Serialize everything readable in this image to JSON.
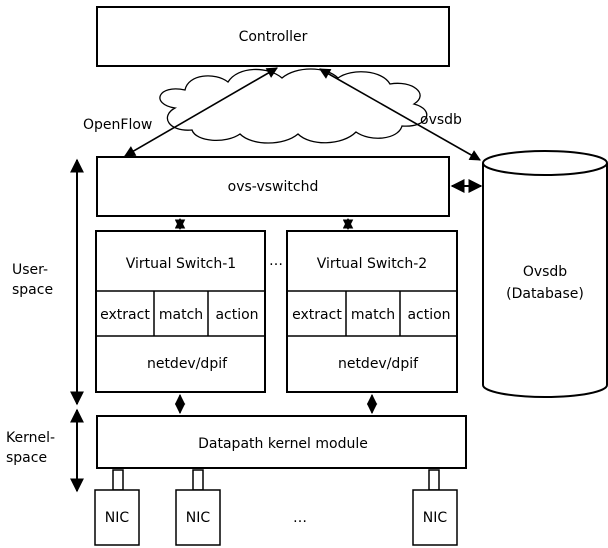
{
  "controller": {
    "label": "Controller"
  },
  "links": {
    "openflow": "OpenFlow",
    "ovsdb": "ovsdb"
  },
  "vswitchd": {
    "label": "ovs-vswitchd"
  },
  "switches": [
    {
      "title": "Virtual Switch-1",
      "extract": "extract",
      "match": "match",
      "action": "action",
      "netdev": "netdev/dpif"
    },
    {
      "title": "Virtual Switch-2",
      "extract": "extract",
      "match": "match",
      "action": "action",
      "netdev": "netdev/dpif"
    }
  ],
  "switch_ellipsis": "…",
  "database": {
    "line1": "Ovsdb",
    "line2": "(Database)"
  },
  "userspace": {
    "line1": "User-",
    "line2": "space"
  },
  "kernelspace": {
    "line1": "Kernel-",
    "line2": "space"
  },
  "datapath": {
    "label": "Datapath kernel module"
  },
  "nics": [
    "NIC",
    "NIC",
    "NIC"
  ],
  "nic_ellipsis": "…"
}
